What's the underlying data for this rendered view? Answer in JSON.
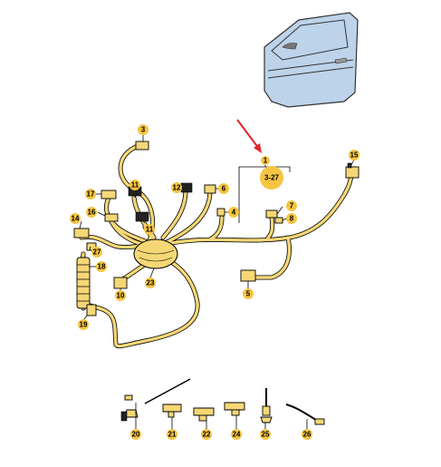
{
  "callouts": {
    "c1": "1",
    "c1_ref": "3-27",
    "c3": "3",
    "c4": "4",
    "c5": "5",
    "c6": "6",
    "c7": "7",
    "c8": "8",
    "c10": "10",
    "c11a": "11",
    "c11b": "11",
    "c12": "12",
    "c14": "14",
    "c15": "15",
    "c16": "16",
    "c17": "17",
    "c18": "18",
    "c19": "19",
    "c20": "20",
    "c21": "21",
    "c22": "22",
    "c23": "23",
    "c24": "24",
    "c25": "25",
    "c26": "26",
    "c27": "27"
  },
  "colors": {
    "callout": "#f5c542",
    "harness": "#f5d776",
    "door": "#bcd3ea",
    "arrow": "#e0262a"
  }
}
